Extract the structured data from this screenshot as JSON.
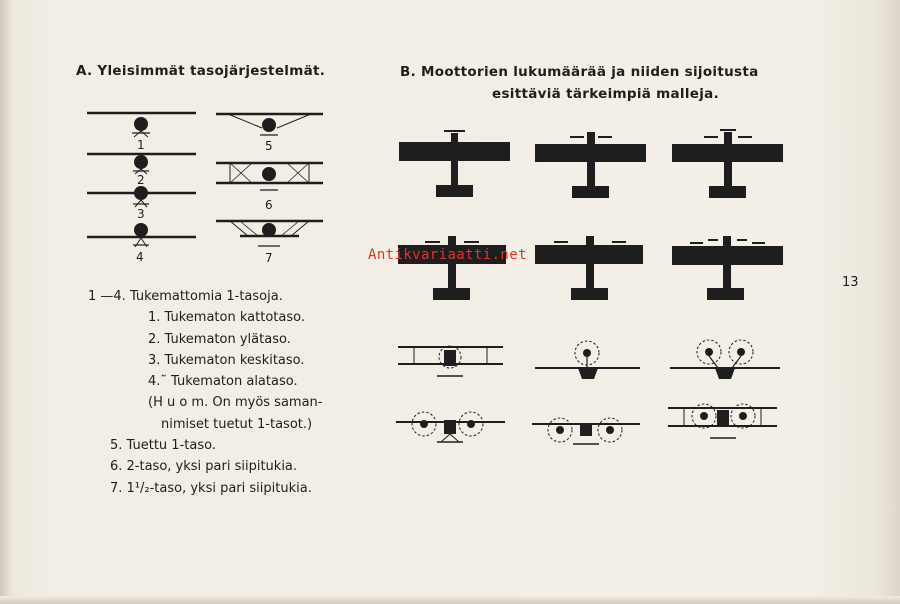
{
  "section_a": {
    "heading": "A. Yleisimmät tasojärjestelmät.",
    "figure_labels": [
      "1",
      "2",
      "3",
      "4",
      "5",
      "6",
      "7"
    ]
  },
  "section_b": {
    "heading_line1": "B. Moottorien lukumäärää ja niiden sijoitusta",
    "heading_line2": "esittäviä tärkeimpiä malleja."
  },
  "legend": [
    "1 —4. Tukemattomia 1-tasoja.",
    "1. Tukematon kattotaso.",
    "2. Tukematon ylätaso.",
    "3. Tukematon keskitaso.",
    "4.˜ Tukematon alataso.",
    "(H u o m. On myös saman-",
    "nimiset tuetut 1-tasot.)",
    "5. Tuettu 1-taso.",
    "6. 2-taso, yksi pari siipitukia.",
    "7. 1¹/₂-taso, yksi pari siipitukia."
  ],
  "page_number": "13",
  "watermark": "Antikvariaatti.net"
}
